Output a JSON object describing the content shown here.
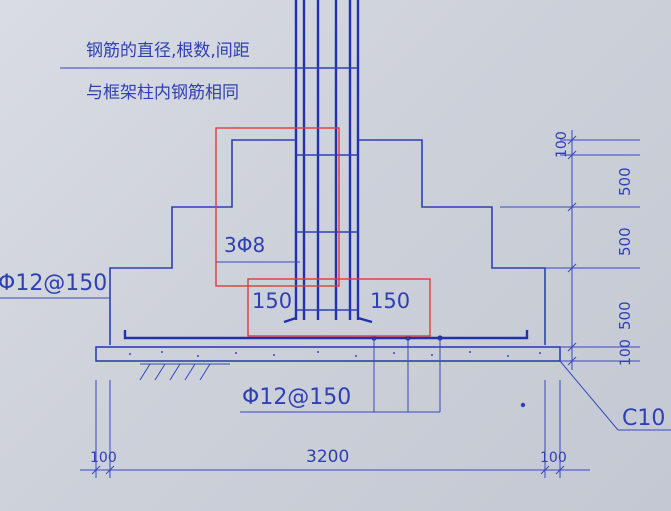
{
  "note": {
    "line1": "钢筋的直径,根数,间距",
    "line2": "与框架柱内钢筋相同"
  },
  "labels": {
    "stirrup": "3Φ8",
    "hook_left": "150",
    "hook_right": "150",
    "rebar_side": "Φ12@150",
    "rebar_bottom": "Φ12@150",
    "concrete": "C10",
    "width_total": "3200",
    "edge_left": "100",
    "edge_right": "100"
  },
  "vertical_dims": {
    "top": "100",
    "step1": "500",
    "step2": "500",
    "step3": "500",
    "bottom": "100"
  },
  "colors": {
    "ink": "#2f3fb4",
    "highlight": "#e23a3a",
    "paper": "#d2d6df"
  }
}
